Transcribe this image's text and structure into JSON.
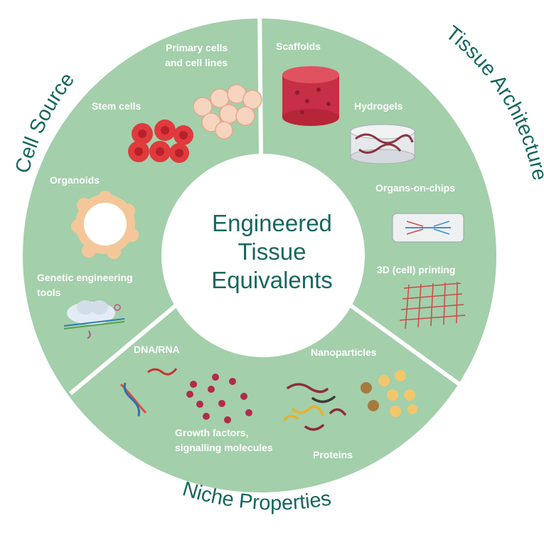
{
  "center": {
    "line1": "Engineered",
    "line2": "Tissue",
    "line3": "Equivalents"
  },
  "sections": {
    "cell_source": {
      "title": "Cell Source",
      "items": {
        "primary_cells_line1": "Primary cells",
        "primary_cells_line2": "and cell lines",
        "stem_cells": "Stem cells",
        "organoids": "Organoids",
        "genetic_line1": "Genetic engineering",
        "genetic_line2": "tools"
      }
    },
    "tissue_architecture": {
      "title": "Tissue Architecture",
      "items": {
        "scaffolds": "Scaffolds",
        "hydrogels": "Hydrogels",
        "organs_on_chips": "Organs-on-chips",
        "printing": "3D (cell) printing"
      }
    },
    "niche_properties": {
      "title": "Niche Properties",
      "items": {
        "dna_rna": "DNA/RNA",
        "growth_line1": "Growth factors,",
        "growth_line2": "signalling molecules",
        "nanoparticles": "Nanoparticles",
        "proteins": "Proteins"
      }
    }
  },
  "colors": {
    "ring": "#a3cfaa",
    "divider": "#ffffff",
    "heading": "#17675e",
    "item_text": "#ffffff",
    "cells_red": "#e03a3d",
    "cells_peach": "#f7d4c0",
    "scaffold": "#c62f45",
    "particles": "#b32a4a"
  }
}
